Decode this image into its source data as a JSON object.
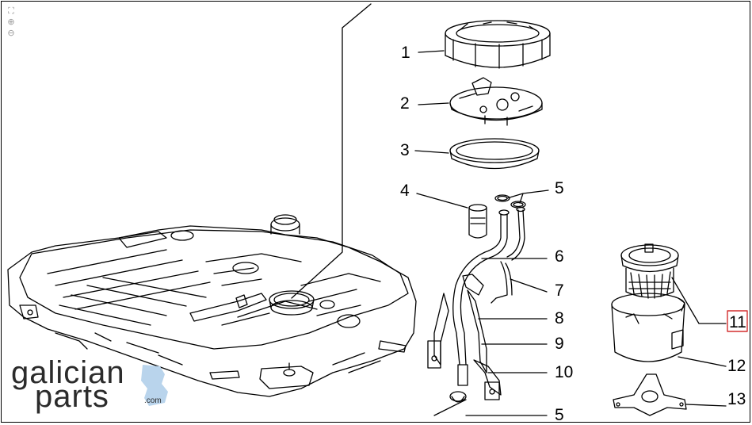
{
  "toolbar": {
    "tools": [
      {
        "name": "fit-icon",
        "glyph": "⛶"
      },
      {
        "name": "zoom-in-icon",
        "glyph": "⊕"
      },
      {
        "name": "zoom-out-icon",
        "glyph": "⊖"
      }
    ]
  },
  "callouts": {
    "c1": "1",
    "c2": "2",
    "c3": "3",
    "c4": "4",
    "c5a": "5",
    "c6": "6",
    "c7": "7",
    "c8": "8",
    "c9": "9",
    "c10": "10",
    "c11": "11",
    "c12": "12",
    "c13": "13",
    "c5b": "5"
  },
  "highlight": {
    "part": "11",
    "color": "#d32f2f"
  },
  "logo": {
    "line1": "galician",
    "line2": "parts",
    "tld": ".com",
    "map_color": "#b9d4ec"
  }
}
